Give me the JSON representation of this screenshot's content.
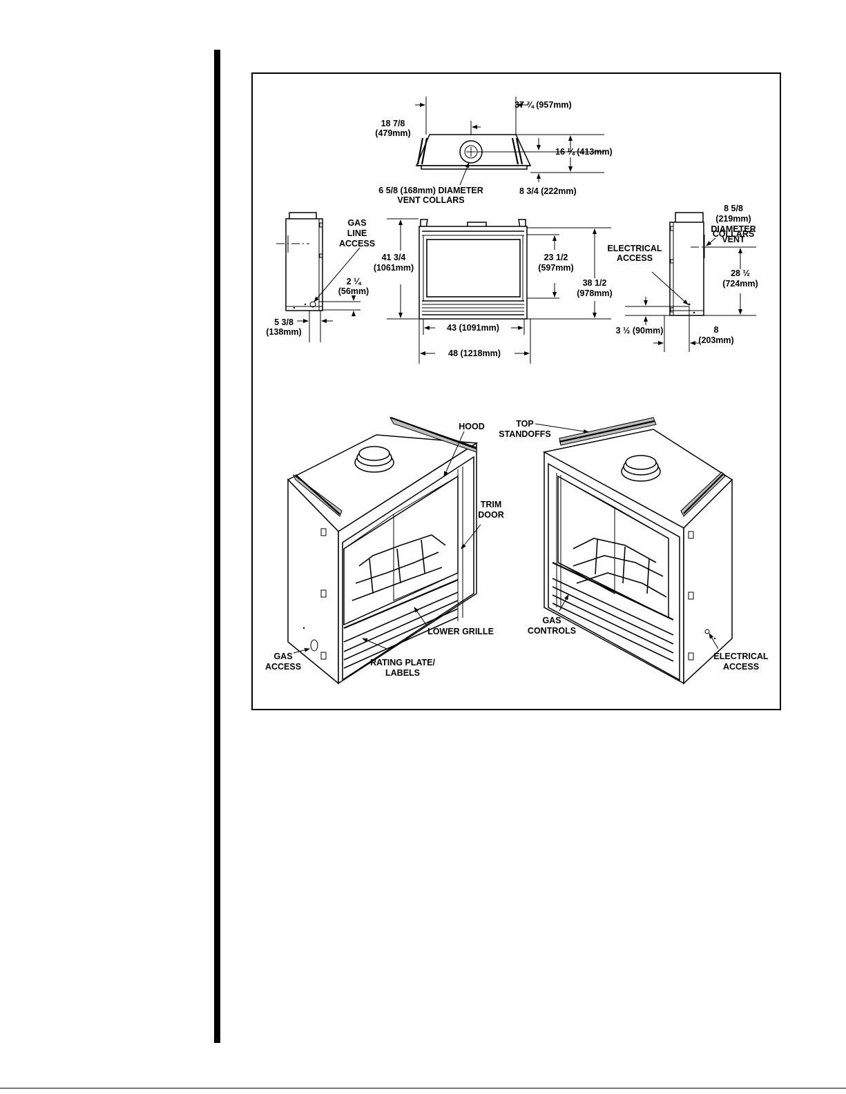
{
  "labels": {
    "top_width": "37 ¾ (957mm)",
    "top_offset_l1": "18 7/8",
    "top_offset_l2": "(479mm)",
    "top_depth": "16 ¼ (413mm)",
    "vent_diam_l1": "6 5/8  (168mm) DIAMETER",
    "vent_diam_l2": "VENT COLLARS",
    "top_setback": "8 3/4  (222mm)",
    "gas_line_l1": "GAS",
    "gas_line_l2": "LINE",
    "gas_line_l3": "ACCESS",
    "gas_height_l1": "2 ¼",
    "gas_height_l2": "(56mm)",
    "gas_side_l1": "5 3/8",
    "gas_side_l2": "(138mm)",
    "overall_h_l1": "41 3/4",
    "overall_h_l2": "(1061mm)",
    "opening_h_l1": "23 1/2",
    "opening_h_l2": "(597mm)",
    "front_h_l1": "38 1/2",
    "front_h_l2": "(978mm)",
    "opening_w": "43 (1091mm)",
    "overall_w": "48 (1218mm)",
    "vent_r_l1": "8 5/8",
    "vent_r_l2": "(219mm)",
    "vent_r_l3": "DIAMETER",
    "vent_r_l4": "VENT",
    "vent_r_l5": "COLLARS",
    "elec_l1": "ELECTRICAL",
    "elec_l2": "ACCESS",
    "vent_height_l1": "28 ½",
    "vent_height_l2": "(724mm)",
    "elec_height": "3 ½ (90mm)",
    "elec_side_l1": "8",
    "elec_side_l2": "(203mm)",
    "hood": "HOOD",
    "top_standoffs_l1": "TOP",
    "top_standoffs_l2": "STANDOFFS",
    "trim_door_l1": "TRIM",
    "trim_door_l2": "DOOR",
    "lower_grille": "LOWER GRILLE",
    "gas_controls_l1": "GAS",
    "gas_controls_l2": "CONTROLS",
    "gas_access_l1": "GAS",
    "gas_access_l2": "ACCESS",
    "rating_l1": "RATING PLATE/",
    "rating_l2": "LABELS",
    "elec_access_l1": "ELECTRICAL",
    "elec_access_l2": "ACCESS"
  }
}
